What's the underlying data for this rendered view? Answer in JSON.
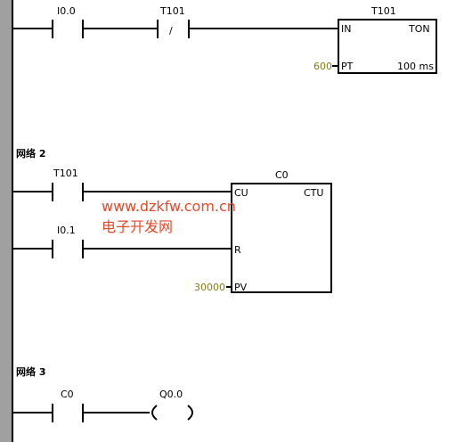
{
  "networks": [
    {
      "heading": "",
      "contacts": [
        {
          "label": "I0.0",
          "type": "NO"
        },
        {
          "label": "T101",
          "type": "NC",
          "symbol": "/"
        }
      ],
      "block": {
        "name": "T101",
        "type": "TON",
        "pins": {
          "in": "IN",
          "pt": "PT"
        },
        "pt_value": "600",
        "resolution": "100 ms"
      }
    },
    {
      "heading": "网络 2",
      "contacts": [
        {
          "label": "T101",
          "type": "NO"
        },
        {
          "label": "I0.1",
          "type": "NO"
        }
      ],
      "block": {
        "name": "C0",
        "type": "CTU",
        "pins": {
          "cu": "CU",
          "r": "R",
          "pv": "PV"
        },
        "pv_value": "30000"
      }
    },
    {
      "heading": "网络 3",
      "contacts": [
        {
          "label": "C0",
          "type": "NO"
        }
      ],
      "coil": {
        "label": "Q0.0"
      }
    }
  ],
  "watermark": {
    "url": "www.dzkfw.com.cn",
    "text": "电子开发网"
  },
  "colors": {
    "line": "#000000",
    "value_text": "#8a7a14",
    "watermark": "#e34a2a",
    "left_bar": "#a0a0a0"
  }
}
